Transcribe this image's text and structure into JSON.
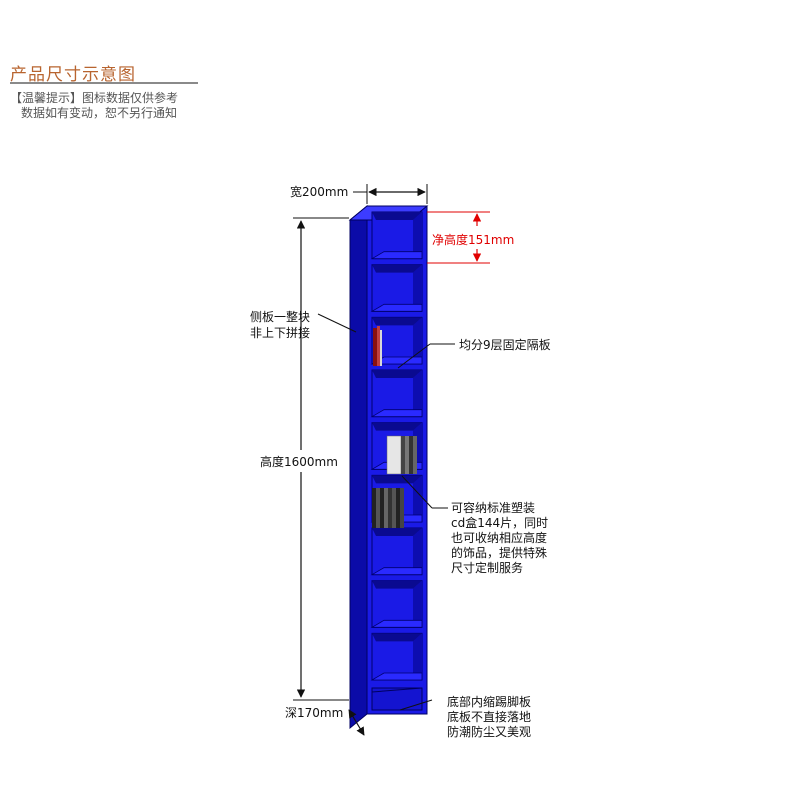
{
  "header": {
    "title": "产品尺寸示意图",
    "hint_line1": "【温馨提示】图标数据仅供参考",
    "hint_line2": "数据如有变动，恕不另行通知"
  },
  "annotations": {
    "width": "宽200mm",
    "net_height": "净高度151mm",
    "side_panel_line1": "侧板一整块",
    "side_panel_line2": "非上下拼接",
    "shelves": "均分9层固定隔板",
    "height": "高度1600mm",
    "capacity_line1": "可容纳标准塑装",
    "capacity_line2": "cd盒144片，同时",
    "capacity_line3": "也可收纳相应高度",
    "capacity_line4": "的饰品，提供特殊",
    "capacity_line5": "尺寸定制服务",
    "depth": "深170mm",
    "base_line1": "底部内缩踢脚板",
    "base_line2": "底板不直接落地",
    "base_line3": "防潮防尘又美观"
  },
  "colors": {
    "shelf_blue": "#1a1ae6",
    "shelf_blue_dark": "#0b0ba8",
    "shelf_blue_light": "#3c3cff",
    "title_orange": "#b8642f",
    "dimension_red": "#e00000"
  }
}
